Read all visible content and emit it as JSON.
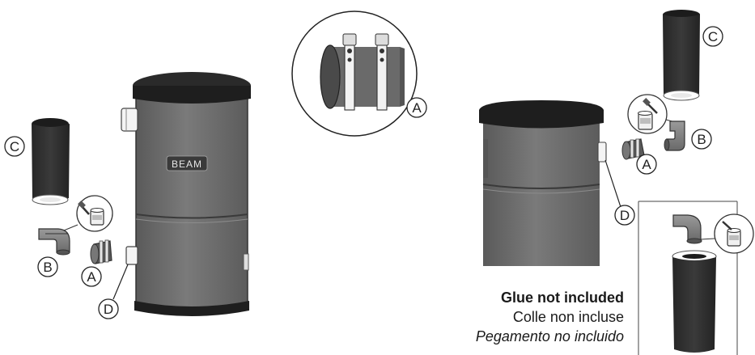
{
  "labels": {
    "a": "A",
    "b": "B",
    "c": "C",
    "d": "D"
  },
  "brand": "BEAM",
  "notice": {
    "en": "Glue not included",
    "fr": "Colle non incluse",
    "es": "Pegamento no incluido"
  },
  "colors": {
    "body": "#6f6f6f",
    "body_dark": "#4d4d4d",
    "lid": "#1e1e1e",
    "filter": "#2e2e2e",
    "pipe": "#8a8a8a",
    "outline": "#333333"
  }
}
